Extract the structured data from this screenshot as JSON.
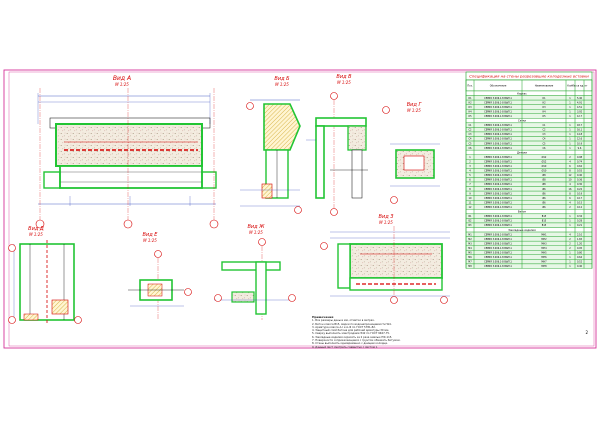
{
  "views": {
    "a": {
      "title": "Вид А",
      "scale": "М 1:25"
    },
    "b": {
      "title": "Вид Б",
      "scale": "М 1:25"
    },
    "v": {
      "title": "Вид В",
      "scale": "М 1:25"
    },
    "g": {
      "title": "Вид Г",
      "scale": "М 1:25"
    },
    "d": {
      "title": "Вид Д",
      "scale": "М 1:25"
    },
    "e": {
      "title": "Вид Е",
      "scale": "М 1:25"
    },
    "zh": {
      "title": "Вид Ж",
      "scale": "М 1:25"
    },
    "z": {
      "title": "Вид З",
      "scale": "М 1:25"
    }
  },
  "spec": {
    "title": "Спецификация на стены разрезавшие колодезные вставки",
    "headers": [
      "Поз.",
      "Обозначение",
      "Наименование",
      "Кол.",
      "Масса ед. кг"
    ],
    "sections": [
      {
        "name": "Каркас",
        "rows": [
          [
            "К1",
            "СЕРИЯ 3.006.1-8 ВЫП.1",
            "К1",
            "1",
            "5.40"
          ],
          [
            "К2",
            "СЕРИЯ 3.006.1-8 ВЫП.1",
            "К2",
            "1",
            "4.91"
          ],
          [
            "К3",
            "СЕРИЯ 3.006.1-8 ВЫП.1",
            "К3",
            "1",
            "4.51"
          ],
          [
            "К4",
            "СЕРИЯ 3.006.1-8 ВЫП.1",
            "К4",
            "1",
            "3.92"
          ],
          [
            "К5",
            "СЕРИЯ 3.006.1-8 ВЫП.1",
            "К5",
            "1",
            "12.7"
          ]
        ]
      },
      {
        "name": "Сетки",
        "rows": [
          [
            "С1",
            "СЕРИЯ 3.006.1-8 ВЫП.1",
            "С1",
            "1",
            "18.7"
          ],
          [
            "С2",
            "СЕРИЯ 3.006.1-8 ВЫП.1",
            "С2",
            "1",
            "16.1"
          ],
          [
            "С3",
            "СЕРИЯ 3.006.1-8 ВЫП.1",
            "С3",
            "1",
            "14.8"
          ],
          [
            "С4",
            "СЕРИЯ 3.006.1-8 ВЫП.1",
            "С4",
            "1",
            "12.6"
          ],
          [
            "С5",
            "СЕРИЯ 3.006.1-8 ВЫП.1",
            "С5",
            "1",
            "10.9"
          ],
          [
            "С6",
            "СЕРИЯ 3.006.1-8 ВЫП.1",
            "С6",
            "1",
            "9.6"
          ]
        ]
      },
      {
        "name": "Детали",
        "rows": [
          [
            "1",
            "СЕРИЯ 3.006.1-8 ВЫП.1",
            "Ø12",
            "2",
            "0.98"
          ],
          [
            "2",
            "СЕРИЯ 3.006.1-8 ВЫП.1",
            "Ø12",
            "4",
            "0.74"
          ],
          [
            "3",
            "СЕРИЯ 3.006.1-8 ВЫП.1",
            "Ø10",
            "6",
            "0.62"
          ],
          [
            "4",
            "СЕРИЯ 3.006.1-8 ВЫП.1",
            "Ø10",
            "8",
            "0.55"
          ],
          [
            "5",
            "СЕРИЯ 3.006.1-8 ВЫП.1",
            "Ø8",
            "12",
            "0.40"
          ],
          [
            "6",
            "СЕРИЯ 3.006.1-8 ВЫП.1",
            "Ø8",
            "10",
            "0.36"
          ],
          [
            "7",
            "СЕРИЯ 3.006.1-8 ВЫП.1",
            "Ø8",
            "4",
            "0.30"
          ],
          [
            "8",
            "СЕРИЯ 3.006.1-8 ВЫП.1",
            "Ø6",
            "16",
            "0.22"
          ],
          [
            "9",
            "СЕРИЯ 3.006.1-8 ВЫП.1",
            "Ø6",
            "8",
            "0.19"
          ],
          [
            "10",
            "СЕРИЯ 3.006.1-8 ВЫП.1",
            "Ø6",
            "6",
            "0.17"
          ],
          [
            "11",
            "СЕРИЯ 3.006.1-8 ВЫП.1",
            "Ø6",
            "4",
            "0.15"
          ],
          [
            "12",
            "СЕРИЯ 3.006.1-8 ВЫП.1",
            "Ø6",
            "2",
            "0.12"
          ]
        ]
      },
      {
        "name": "Бетон",
        "rows": [
          [
            "Б1",
            "СЕРИЯ 3.006.1-8 ВЫП.1",
            "В15",
            "1",
            "0.34"
          ],
          [
            "Б2",
            "СЕРИЯ 3.006.1-8 ВЫП.1",
            "В15",
            "1",
            "0.28"
          ],
          [
            "Б3",
            "СЕРИЯ 3.006.1-8 ВЫП.1",
            "В15",
            "1",
            "0.21"
          ]
        ]
      },
      {
        "name": "Закладные изделия",
        "rows": [
          [
            "М1",
            "СЕРИЯ 3.006.1-8 ВЫП.1",
            "МН1",
            "4",
            "2.10"
          ],
          [
            "М2",
            "СЕРИЯ 3.006.1-8 ВЫП.1",
            "МН2",
            "2",
            "1.65"
          ],
          [
            "М3",
            "СЕРИЯ 3.006.1-8 ВЫП.1",
            "МН3",
            "2",
            "1.20"
          ],
          [
            "М4",
            "СЕРИЯ 3.006.1-8 ВЫП.1",
            "МН4",
            "2",
            "0.95"
          ],
          [
            "М5",
            "СЕРИЯ 3.006.1-8 ВЫП.1",
            "МН5",
            "1",
            "0.80"
          ],
          [
            "М6",
            "СЕРИЯ 3.006.1-8 ВЫП.1",
            "МН6",
            "1",
            "0.64"
          ],
          [
            "М7",
            "СЕРИЯ 3.006.1-8 ВЫП.1",
            "МН7",
            "1",
            "0.52"
          ],
          [
            "М8",
            "СЕРИЯ 3.006.1-8 ВЫП.1",
            "МН8",
            "1",
            "0.40"
          ]
        ]
      }
    ]
  },
  "notes": {
    "header": "Примечания",
    "lines": [
      "1. Все размеры даны в мм, отметки в метрах.",
      "2. Бетон класса В15, марки по водонепроницаемости W4.",
      "3. Арматура класса А-I и А-III по ГОСТ 5781-82.",
      "4. Защитный слой бетона для рабочей арматуры 30 мм.",
      "5. Сварку выполнять электродами Э42 по ГОСТ 9467-75.",
      "6. Закладные изделия окрасить за 2 раза эмалью ПФ-115.",
      "7. Поверхности соприкасающиеся с грунтом обмазать битумом.",
      "8. Стены выполнять одновременно с днищем колодца.",
      "9. Данный лист смотреть совместно с листом 1."
    ]
  },
  "sheet": {
    "number": "2"
  },
  "colors": {
    "frame": "#d6339a",
    "concrete": "#22c534",
    "rebar": "#d60000",
    "dim": "#2038b8",
    "tableBorder": "#19a023",
    "tableFill": "#e7f7e6"
  }
}
